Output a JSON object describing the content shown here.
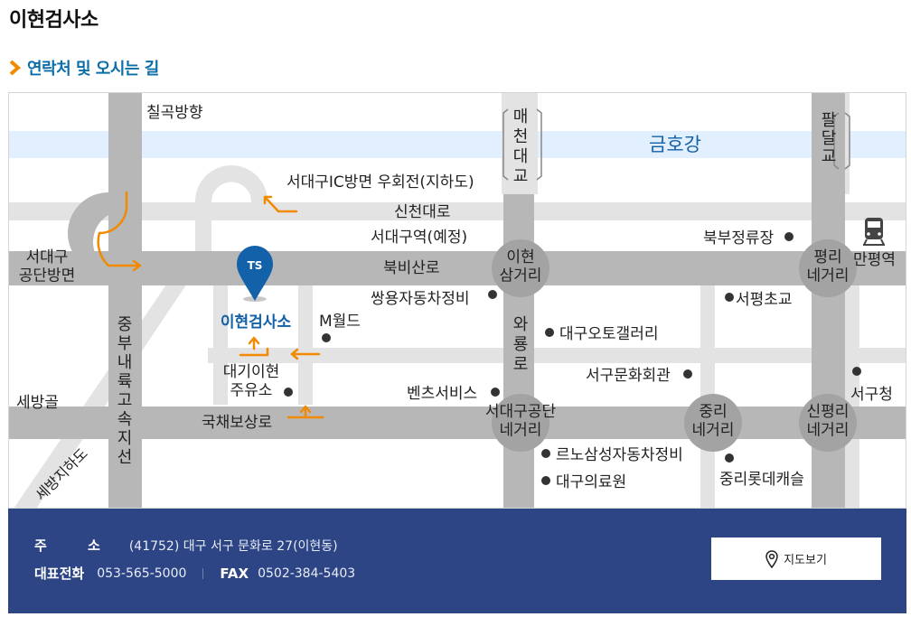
{
  "page_title": "이현검사소",
  "section_heading": "연락처 및 오시는 길",
  "map": {
    "river": "금호강",
    "bridges": {
      "maecheon": "매천대교",
      "paldal": "팔달교"
    },
    "roads": {
      "chilgok": "칠곡방향",
      "sincheon": "신천대로",
      "bukbisan": "북비산로",
      "jungbu": "중부내륙고속지선",
      "waryong": "와룡로",
      "gukchae": "국채보상로",
      "sebang_underpass": "세방지하도"
    },
    "intersections": {
      "ihyeon": "이현 삼거리",
      "pyeongri": "평리 네거리",
      "seodaegu_gongdan": "서대구공단 네거리",
      "jungri": "중리 네거리",
      "sinpyeongri": "신평리 네거리"
    },
    "areas": {
      "seodaegu_ic_turn": "서대구IC방면 우회전(지하도)",
      "seodaegu_station": "서대구역(예정)",
      "gongdan_direction": "서대구 공단방면",
      "sebanggol": "세방골",
      "buk_bus": "북부정류장",
      "manpyeong": "만평역"
    },
    "site": {
      "logo": "TS",
      "name": "이현검사소"
    },
    "pois": {
      "ssangyong": "쌍용자동차정비",
      "mworld": "M월드",
      "daegu_auto": "대구오토갤러리",
      "seopyeong_school": "서평초교",
      "seogu_culture": "서구문화회관",
      "seogu_office": "서구청",
      "daegi_gas": "대기이현 주유소",
      "benz": "벤츠서비스",
      "renault": "르노삼성자동차정비",
      "medical": "대구의료원",
      "jungri_lotte": "중리롯데캐슬"
    }
  },
  "contact": {
    "address_label": "주 소",
    "address": "(41752) 대구 서구 문화로 27(이현동)",
    "phone_label": "대표전화",
    "phone": "053-565-5000",
    "fax_label": "FAX",
    "fax": "0502-384-5403",
    "map_button": "지도보기"
  },
  "colors": {
    "accent": "#0b6ea8",
    "arrow": "#f18a00",
    "road": "#b7b7b7",
    "circle": "#a3a3a3",
    "river": "#e2efff",
    "info_bg": "#2d4585",
    "pin": "#1361a8"
  }
}
